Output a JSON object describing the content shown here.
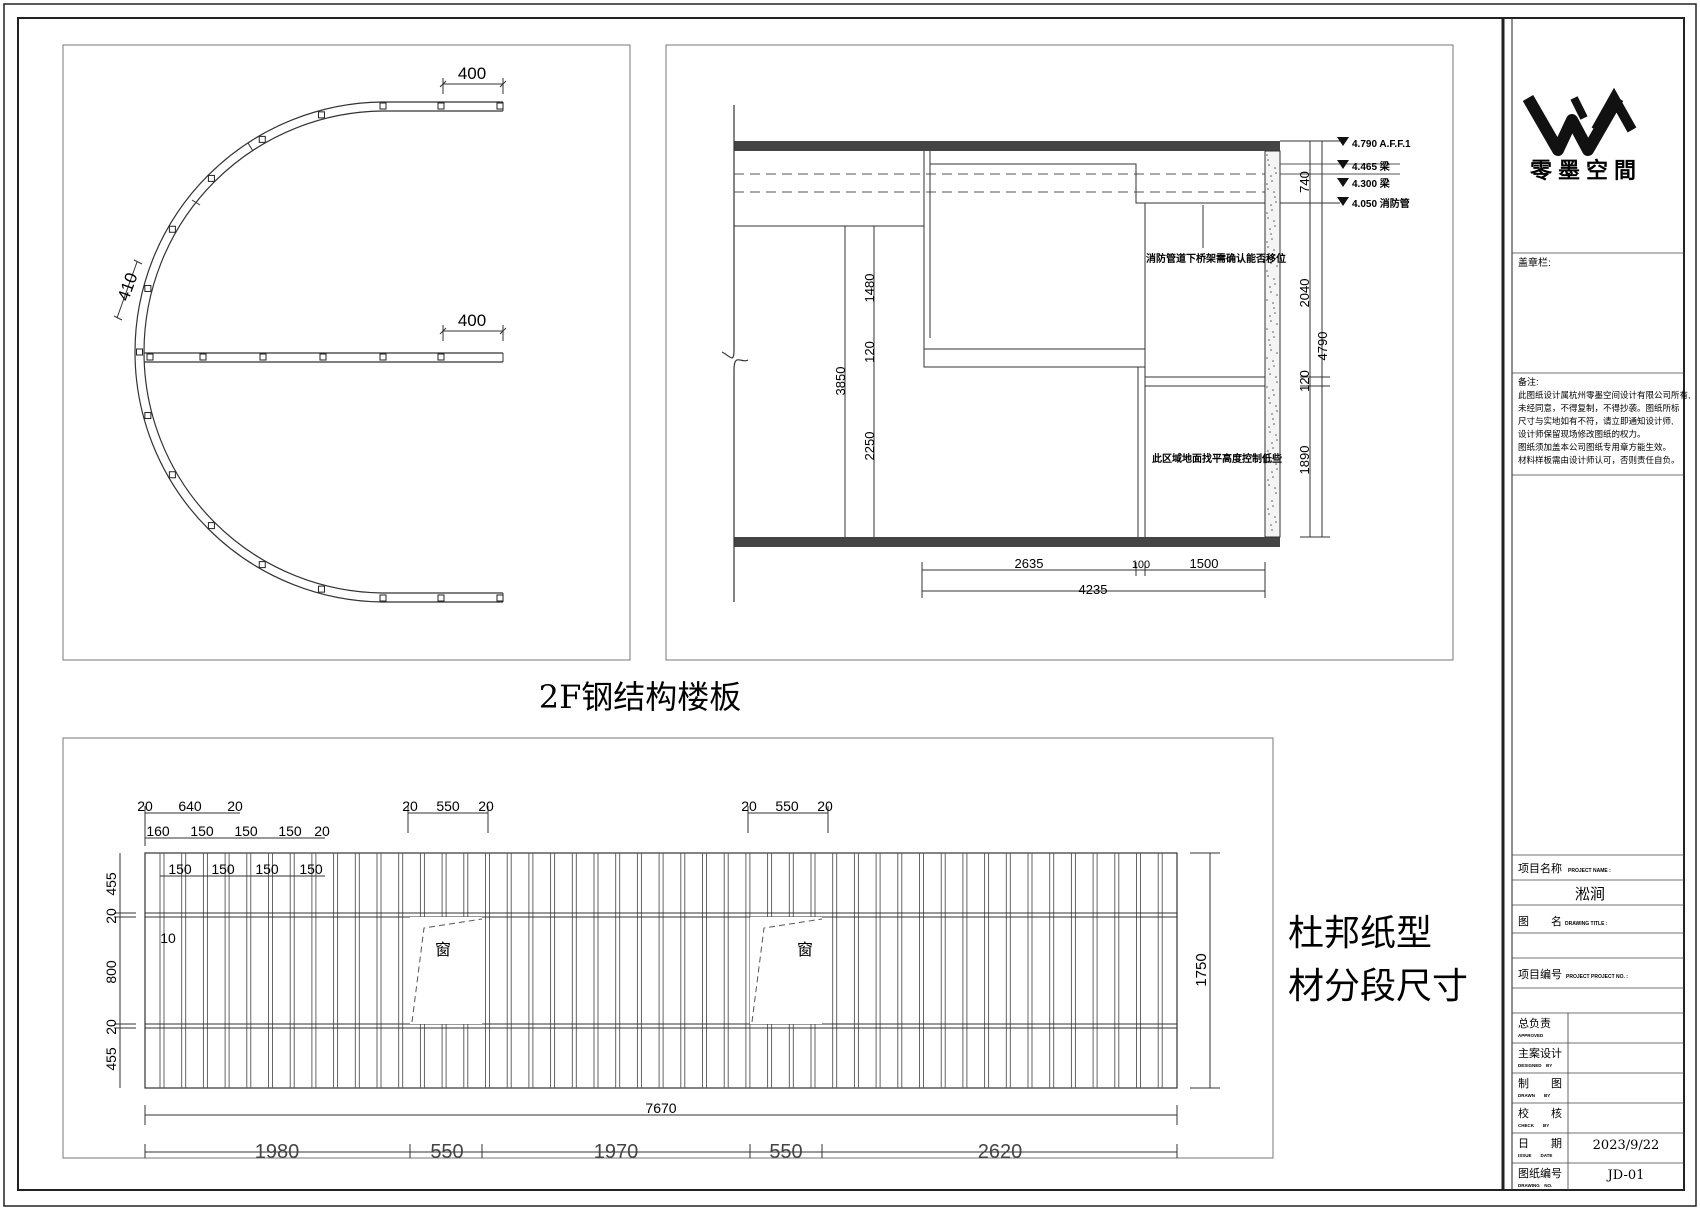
{
  "title_block": {
    "brand_name": "零墨空間",
    "seal_label": "盖章栏:",
    "notes_title": "备注:",
    "notes_lines": [
      "此图纸设计属杭州零墨空间设计有限公司所有,",
      "未经同意，不得复制，不得抄袭。图纸所标",
      "尺寸与实地如有不符，请立即通知设计师,",
      "设计师保留现场修改图纸的权力。",
      "图纸须加盖本公司图纸专用章方能生效。",
      "材料样板需由设计师认可，否则责任自负。"
    ],
    "project_name_label": "项目名称",
    "project_name_label_en": "PROJECT NAME :",
    "project_name": "淞涧",
    "drawing_title_label": "图　　名",
    "drawing_title_label_en": "DRAWING TITLE :",
    "project_no_label": "项目编号",
    "project_no_label_en": "PROJECT PROJECT NO. :",
    "approved_label": "总负责",
    "approved_label_en": "APPROVED",
    "designed_label": "主案设计",
    "designed_label_en": "DESIGNED　BY",
    "drawn_label": "制　　图",
    "drawn_label_en": "DRAWN　　BY",
    "check_label": "校　　核",
    "check_label_en": "CHECK　　BY",
    "date_label": "日　　期",
    "date_label_en": "ISSUE　　DATE",
    "date_value": "2023/9/22",
    "drawing_no_label": "图纸编号",
    "drawing_no_label_en": "DRAWING　NO.",
    "drawing_no": "JD-01"
  },
  "plan_view": {
    "dim_top": "400",
    "dim_mid": "400",
    "dim_arc": "410"
  },
  "caption_steel": "2F钢结构楼板",
  "section_view": {
    "levels": [
      "4.790 A.F.F.1",
      "4.465 梁",
      "4.300 梁",
      "4.050 消防管"
    ],
    "note_pipe": "消防管道下桥架需确认能否移位",
    "note_floor": "此区域地面找平高度控制低些",
    "left_dims": [
      "1480",
      "120",
      "2250"
    ],
    "left_total": "3850",
    "right_dims": [
      "740",
      "2040",
      "120",
      "1890"
    ],
    "right_total": "4790",
    "bottom_dims": [
      "2635",
      "100",
      "1500"
    ],
    "bottom_total": "4235"
  },
  "panel_view": {
    "caption_line1": "杜邦纸型",
    "caption_line2": "材分段尺寸",
    "top_row1": [
      "20",
      "640",
      "20"
    ],
    "top_row2": [
      "160",
      "150",
      "150",
      "150",
      "20"
    ],
    "top_row3": [
      "150",
      "150",
      "150",
      "150"
    ],
    "window_dims_a": [
      "20",
      "550",
      "20"
    ],
    "window_dims_b": [
      "20",
      "550",
      "20"
    ],
    "left_dims": [
      "455",
      "20",
      "800",
      "20",
      "455"
    ],
    "left_small": "10",
    "right_total": "1750",
    "window_label": "窗",
    "total_width": "7670",
    "segments": [
      "1980",
      "550",
      "1970",
      "550",
      "2620"
    ]
  }
}
